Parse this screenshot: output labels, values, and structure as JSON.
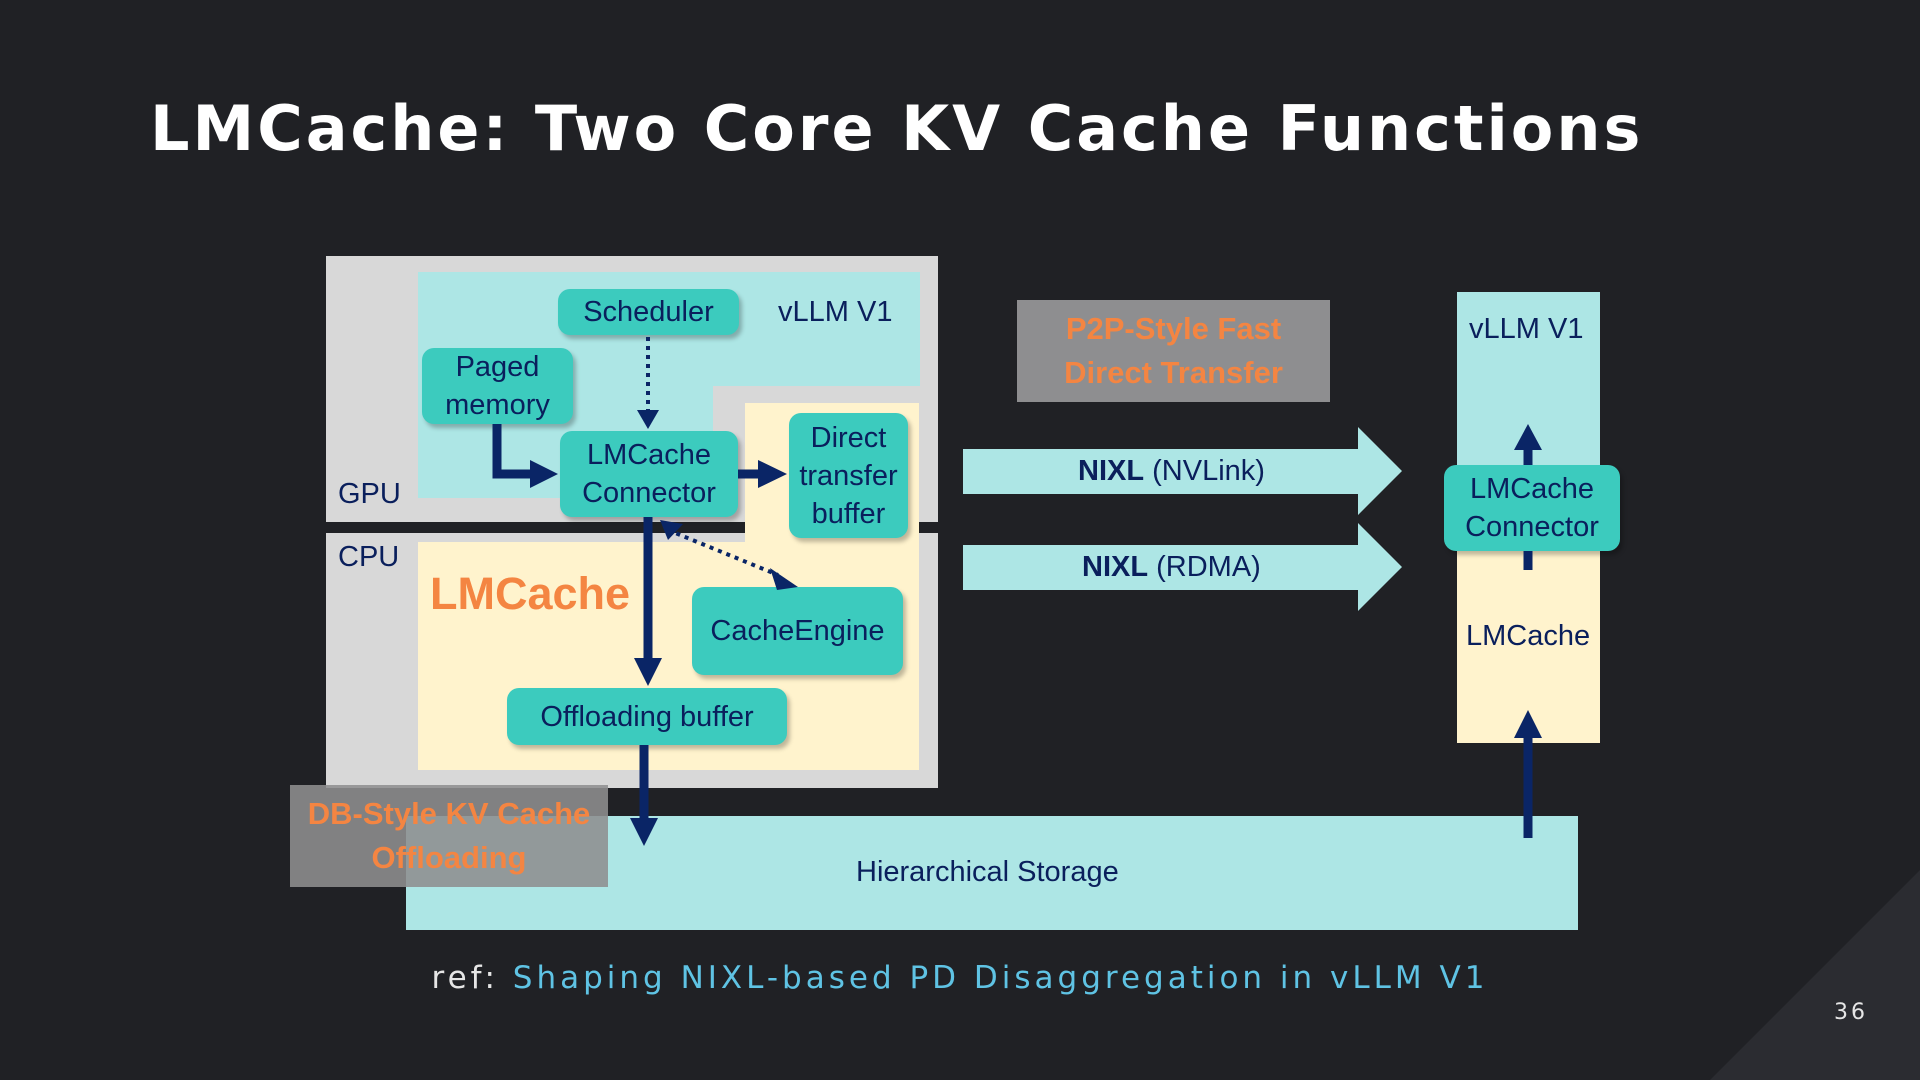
{
  "slide": {
    "title": "LMCache: Two Core KV Cache Functions",
    "page_number": "36"
  },
  "reference": {
    "prefix": "ref:",
    "link_text": "Shaping NIXL-based PD Disaggregation in vLLM V1"
  },
  "diagram": {
    "left_node": {
      "gpu_label": "GPU",
      "cpu_label": "CPU",
      "vllm_label": "vLLM V1",
      "scheduler": "Scheduler",
      "paged_memory_line1": "Paged",
      "paged_memory_line2": "memory",
      "connector_line1": "LMCache",
      "connector_line2": "Connector",
      "direct_buffer_line1": "Direct",
      "direct_buffer_line2": "transfer",
      "direct_buffer_line3": "buffer",
      "lmcache_label": "LMCache",
      "cache_engine": "CacheEngine",
      "offloading_buffer": "Offloading buffer"
    },
    "p2p_badge_line1": "P2P-Style Fast",
    "p2p_badge_line2": "Direct Transfer",
    "db_badge_line1": "DB-Style KV Cache",
    "db_badge_line2": "Offloading",
    "transfer_nvlink_bold": "NIXL",
    "transfer_nvlink_rest": " (NVLink)",
    "transfer_rdma_bold": "NIXL",
    "transfer_rdma_rest": " (RDMA)",
    "right_node": {
      "vllm_label": "vLLM V1",
      "connector_line1": "LMCache",
      "connector_line2": "Connector",
      "lmcache_label": "LMCache"
    },
    "storage_label": "Hierarchical Storage"
  },
  "colors": {
    "background": "#202125",
    "light_teal": "#ade6e5",
    "teal": "#3ccbbe",
    "cream": "#fff3cd",
    "gray_panel": "#d8d8d8",
    "navy": "#0a1f5c",
    "orange": "#f48542",
    "badge_gray": "#8e8e90"
  }
}
